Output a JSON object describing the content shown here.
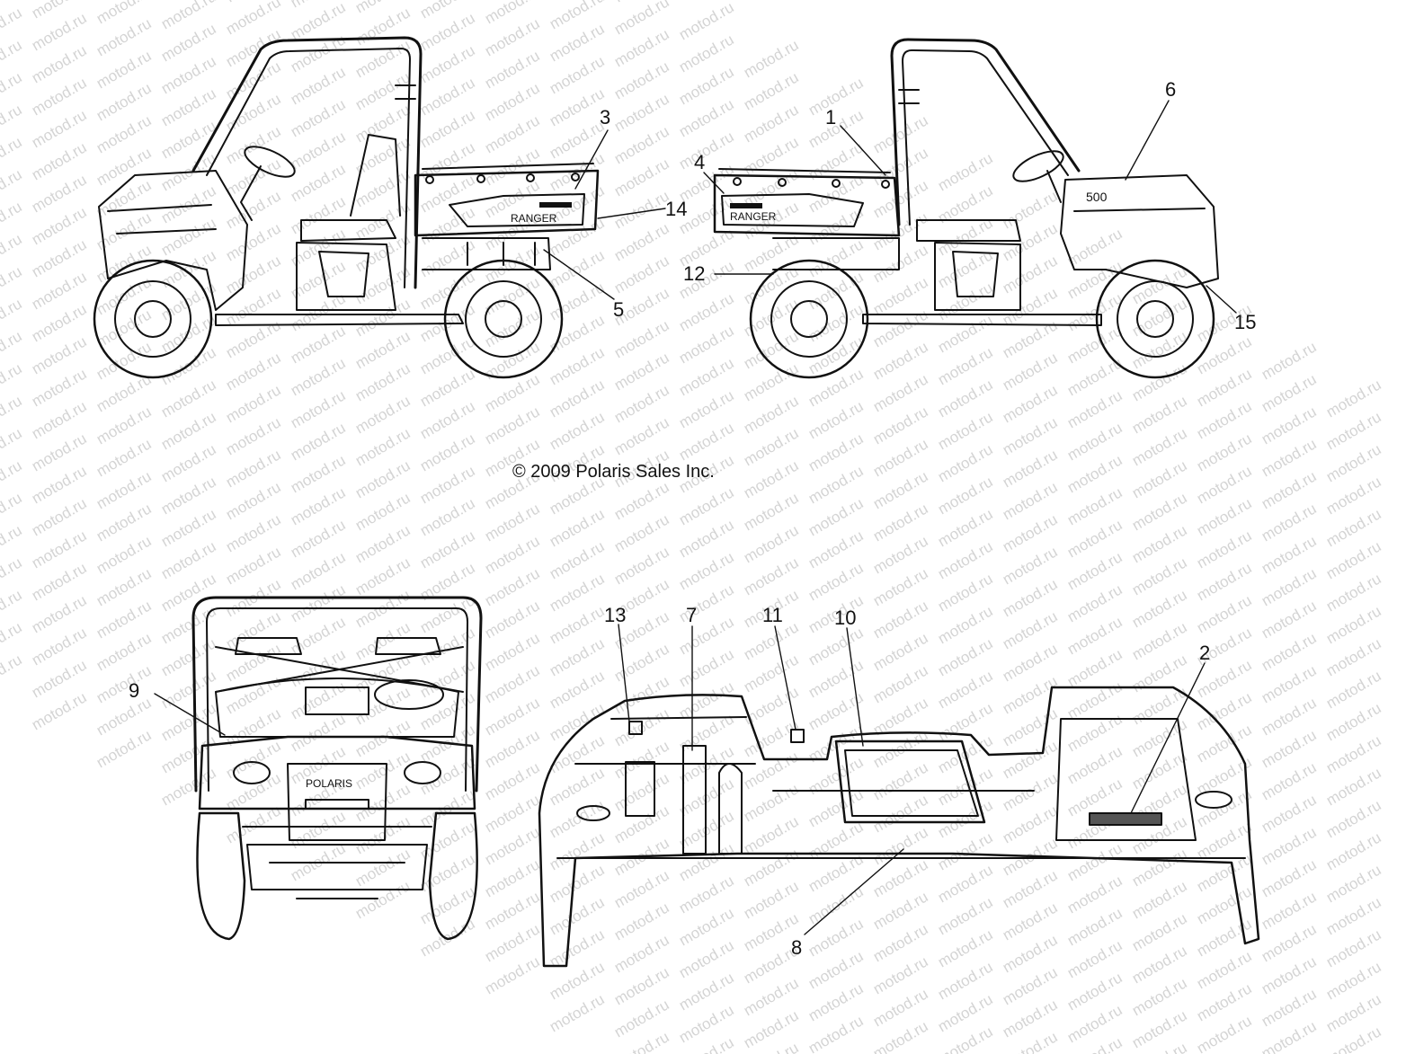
{
  "watermark": {
    "text": "motod.ru"
  },
  "copyright": "© 2009 Polaris Sales Inc.",
  "decal_text": {
    "ranger_left": "RANGER",
    "ranger_right": "RANGER",
    "model_badge": "500",
    "grille_logo": "POLARIS"
  },
  "callouts": {
    "c1": "1",
    "c2": "2",
    "c3": "3",
    "c4": "4",
    "c5": "5",
    "c6": "6",
    "c7": "7",
    "c8": "8",
    "c9": "9",
    "c10": "10",
    "c11": "11",
    "c12": "12",
    "c13": "13",
    "c14": "14",
    "c15": "15"
  }
}
